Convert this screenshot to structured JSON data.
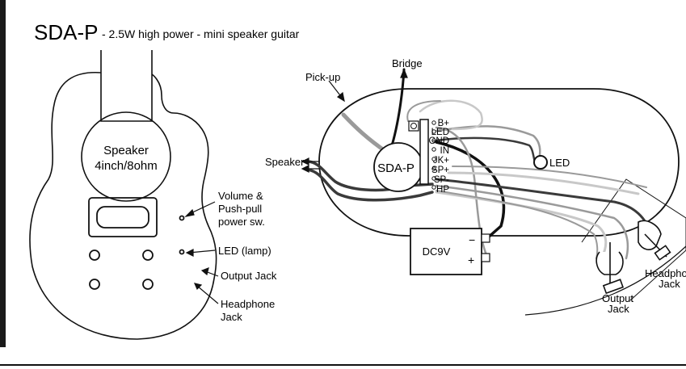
{
  "title": {
    "main": "SDA-P",
    "sub": "- 2.5W high power - mini speaker guitar"
  },
  "guitar": {
    "speaker_line1": "Speaker",
    "speaker_line2": "4inch/8ohm",
    "volume_line1": "Volume &",
    "volume_line2": "Push-pull",
    "volume_line3": "power sw.",
    "led_label": "LED (lamp)",
    "output_label": "Output Jack",
    "headphone_line1": "Headphone",
    "headphone_line2": "Jack"
  },
  "wiring": {
    "pickup": "Pick-up",
    "bridge": "Bridge",
    "speaker": "Speaker",
    "module": "SDA-P",
    "led": "LED",
    "battery": "DC9V",
    "minus": "−",
    "plus": "+",
    "output_line1": "Output",
    "output_line2": "Jack",
    "headphone_line1": "Headphone",
    "headphone_line2": "Jack",
    "pins": [
      "B+",
      "LED",
      "GND",
      "IN",
      "JK+",
      "SP+",
      "SP-",
      "HP"
    ]
  },
  "colors": {
    "outline": "#111111",
    "wire_dark": "#3a3a3a",
    "wire_gray": "#9a9a9a",
    "wire_light": "#c8c8c8",
    "left_bar": "#1a1a1a"
  }
}
